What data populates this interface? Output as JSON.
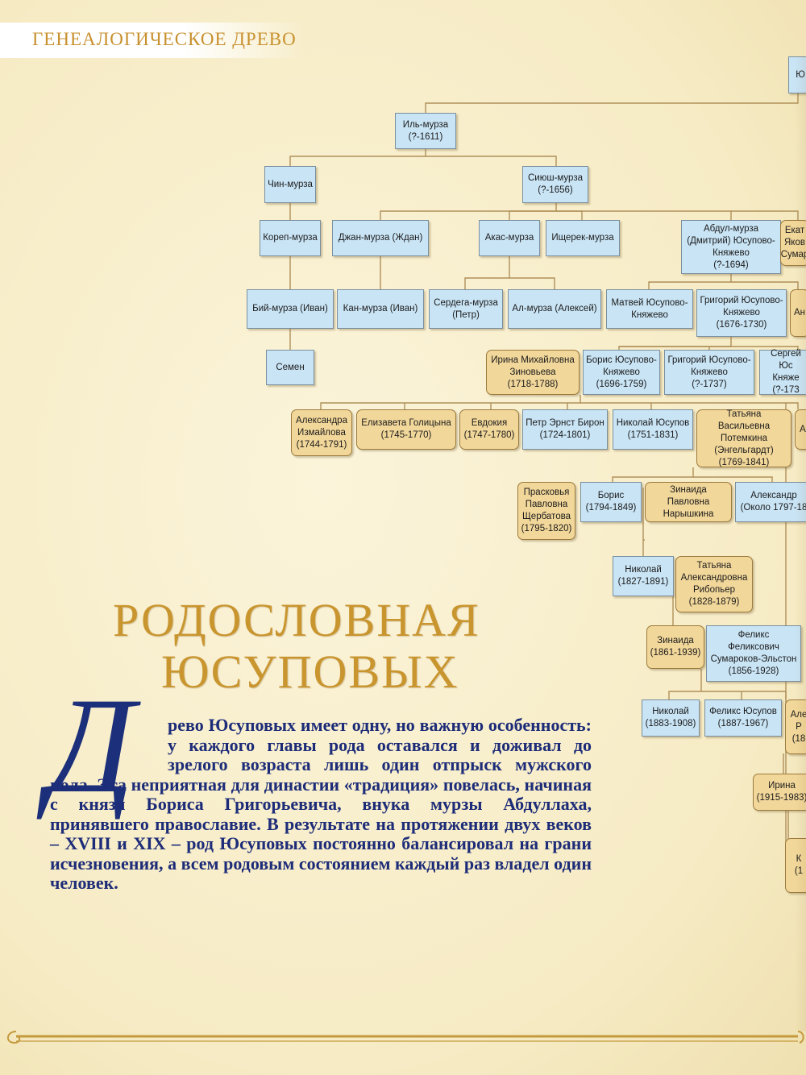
{
  "section_title": "ГЕНЕАЛОГИЧЕСКОЕ ДРЕВО",
  "heading": {
    "line1": "РОДОСЛОВНАЯ",
    "line2": "ЮСУПОВЫХ"
  },
  "dropcap_letter": "Д",
  "body_text": "рево Юсуповых имеет одну, но важную особенность: у каждого главы рода оставался и доживал до зрелого возраста лишь один отпрыск мужского пола. Эта неприятная для династии «традиция» повелась, начиная с князя Бориса Григорьевича, внука мурзы Абдуллаха, принявшего православие. В результате на протяжении двух веков – XVIII и XIX – род Юсуповых постоянно балансировал на грани исчезновения, а всем родовым состоянием каждый раз владел один человек.",
  "legend_colors": {
    "male": "#c9e4f5",
    "female": "#f2d79a",
    "line": "#b0905a"
  },
  "tree": [
    {
      "id": "top-cut",
      "text": "Ю",
      "gender": "male"
    },
    {
      "id": "il-murza",
      "text": "Иль-мурза\n(?-1611)",
      "gender": "male"
    },
    {
      "id": "chin-murza",
      "text": "Чин-мурза",
      "gender": "male"
    },
    {
      "id": "siyush-murza",
      "text": "Сиюш-мурза\n(?-1656)",
      "gender": "male"
    },
    {
      "id": "korep-murza",
      "text": "Кореп-мурза",
      "gender": "male"
    },
    {
      "id": "dzhan-murza",
      "text": "Джан-мурза (Ждан)",
      "gender": "male"
    },
    {
      "id": "akas-murza",
      "text": "Акас-мурза",
      "gender": "male"
    },
    {
      "id": "ishcherek-murza",
      "text": "Ищерек-мурза",
      "gender": "male"
    },
    {
      "id": "abdul-murza",
      "text": "Абдул-мурза\n(Дмитрий) Юсупово-\nКняжево\n(?-1694)",
      "gender": "male"
    },
    {
      "id": "ekat-cut",
      "text": "Екат\nЯков\nСумар",
      "gender": "female"
    },
    {
      "id": "biy-murza",
      "text": "Бий-мурза (Иван)",
      "gender": "male"
    },
    {
      "id": "kan-murza",
      "text": "Кан-мурза (Иван)",
      "gender": "male"
    },
    {
      "id": "serdega-murza",
      "text": "Сердега-мурза\n(Петр)",
      "gender": "male"
    },
    {
      "id": "al-murza",
      "text": "Ал-мурза (Алексей)",
      "gender": "male"
    },
    {
      "id": "matvey",
      "text": "Матвей Юсупово-\nКняжево",
      "gender": "male"
    },
    {
      "id": "grigoriy-1676",
      "text": "Григорий Юсупово-\nКняжево\n(1676-1730)",
      "gender": "male"
    },
    {
      "id": "an-cut",
      "text": "Ан",
      "gender": "female"
    },
    {
      "id": "semen",
      "text": "Семен",
      "gender": "male"
    },
    {
      "id": "irina-zinovyeva",
      "text": "Ирина Михайловна\nЗиновьева\n(1718-1788)",
      "gender": "female"
    },
    {
      "id": "boris-1696",
      "text": "Борис Юсупово-\nКняжево\n(1696-1759)",
      "gender": "male"
    },
    {
      "id": "grigoriy-1737",
      "text": "Григорий Юсупово-\nКняжево\n(?-1737)",
      "gender": "male"
    },
    {
      "id": "sergey-cut",
      "text": "Сергей Юс\nКняже\n(?-173",
      "gender": "male"
    },
    {
      "id": "aleksandra-izmaylova",
      "text": "Александра\nИзмайлова\n(1744-1791)",
      "gender": "female"
    },
    {
      "id": "elizaveta-golitsyna",
      "text": "Елизавета Голицына\n(1745-1770)",
      "gender": "female"
    },
    {
      "id": "evdokiya",
      "text": "Евдокия\n(1747-1780)",
      "gender": "female"
    },
    {
      "id": "petr-biron",
      "text": "Петр Эрнст Бирон\n(1724-1801)",
      "gender": "male"
    },
    {
      "id": "nikolay-1751",
      "text": "Николай Юсупов\n(1751-1831)",
      "gender": "male"
    },
    {
      "id": "tatyana-potemkina",
      "text": "Татьяна Васильевна\nПотемкина\n(Энгельгардт)\n(1769-1841)",
      "gender": "female"
    },
    {
      "id": "a-cut",
      "text": "А",
      "gender": "female"
    },
    {
      "id": "praskovya",
      "text": "Прасковья\nПавловна\nЩербатова\n(1795-1820)",
      "gender": "female"
    },
    {
      "id": "boris-1794",
      "text": "Борис\n(1794-1849)",
      "gender": "male"
    },
    {
      "id": "zinaida-naryshkina",
      "text": "Зинаида Павловна\nНарышкина",
      "gender": "female"
    },
    {
      "id": "aleksandr-1797",
      "text": "Александр\n(Около 1797-18",
      "gender": "male"
    },
    {
      "id": "nikolay-1827",
      "text": "Николай\n(1827-1891)",
      "gender": "male"
    },
    {
      "id": "tatyana-ribopyer",
      "text": "Татьяна\nАлександровна\nРибопьер\n(1828-1879)",
      "gender": "female"
    },
    {
      "id": "zinaida-1861",
      "text": "Зинаида\n(1861-1939)",
      "gender": "female"
    },
    {
      "id": "feliks-sumarokov",
      "text": "Феликс\nФеликсович\nСумароков-Эльстон\n(1856-1928)",
      "gender": "male"
    },
    {
      "id": "nikolay-1883",
      "text": "Николай\n(1883-1908)",
      "gender": "male"
    },
    {
      "id": "feliks-1887",
      "text": "Феликс Юсупов\n(1887-1967)",
      "gender": "male"
    },
    {
      "id": "ale-cut",
      "text": "Але\nР\n(18",
      "gender": "female"
    },
    {
      "id": "irina-1915",
      "text": "Ирина\n(1915-1983)",
      "gender": "female"
    },
    {
      "id": "k-cut",
      "text": "К\n(1",
      "gender": "female"
    }
  ]
}
